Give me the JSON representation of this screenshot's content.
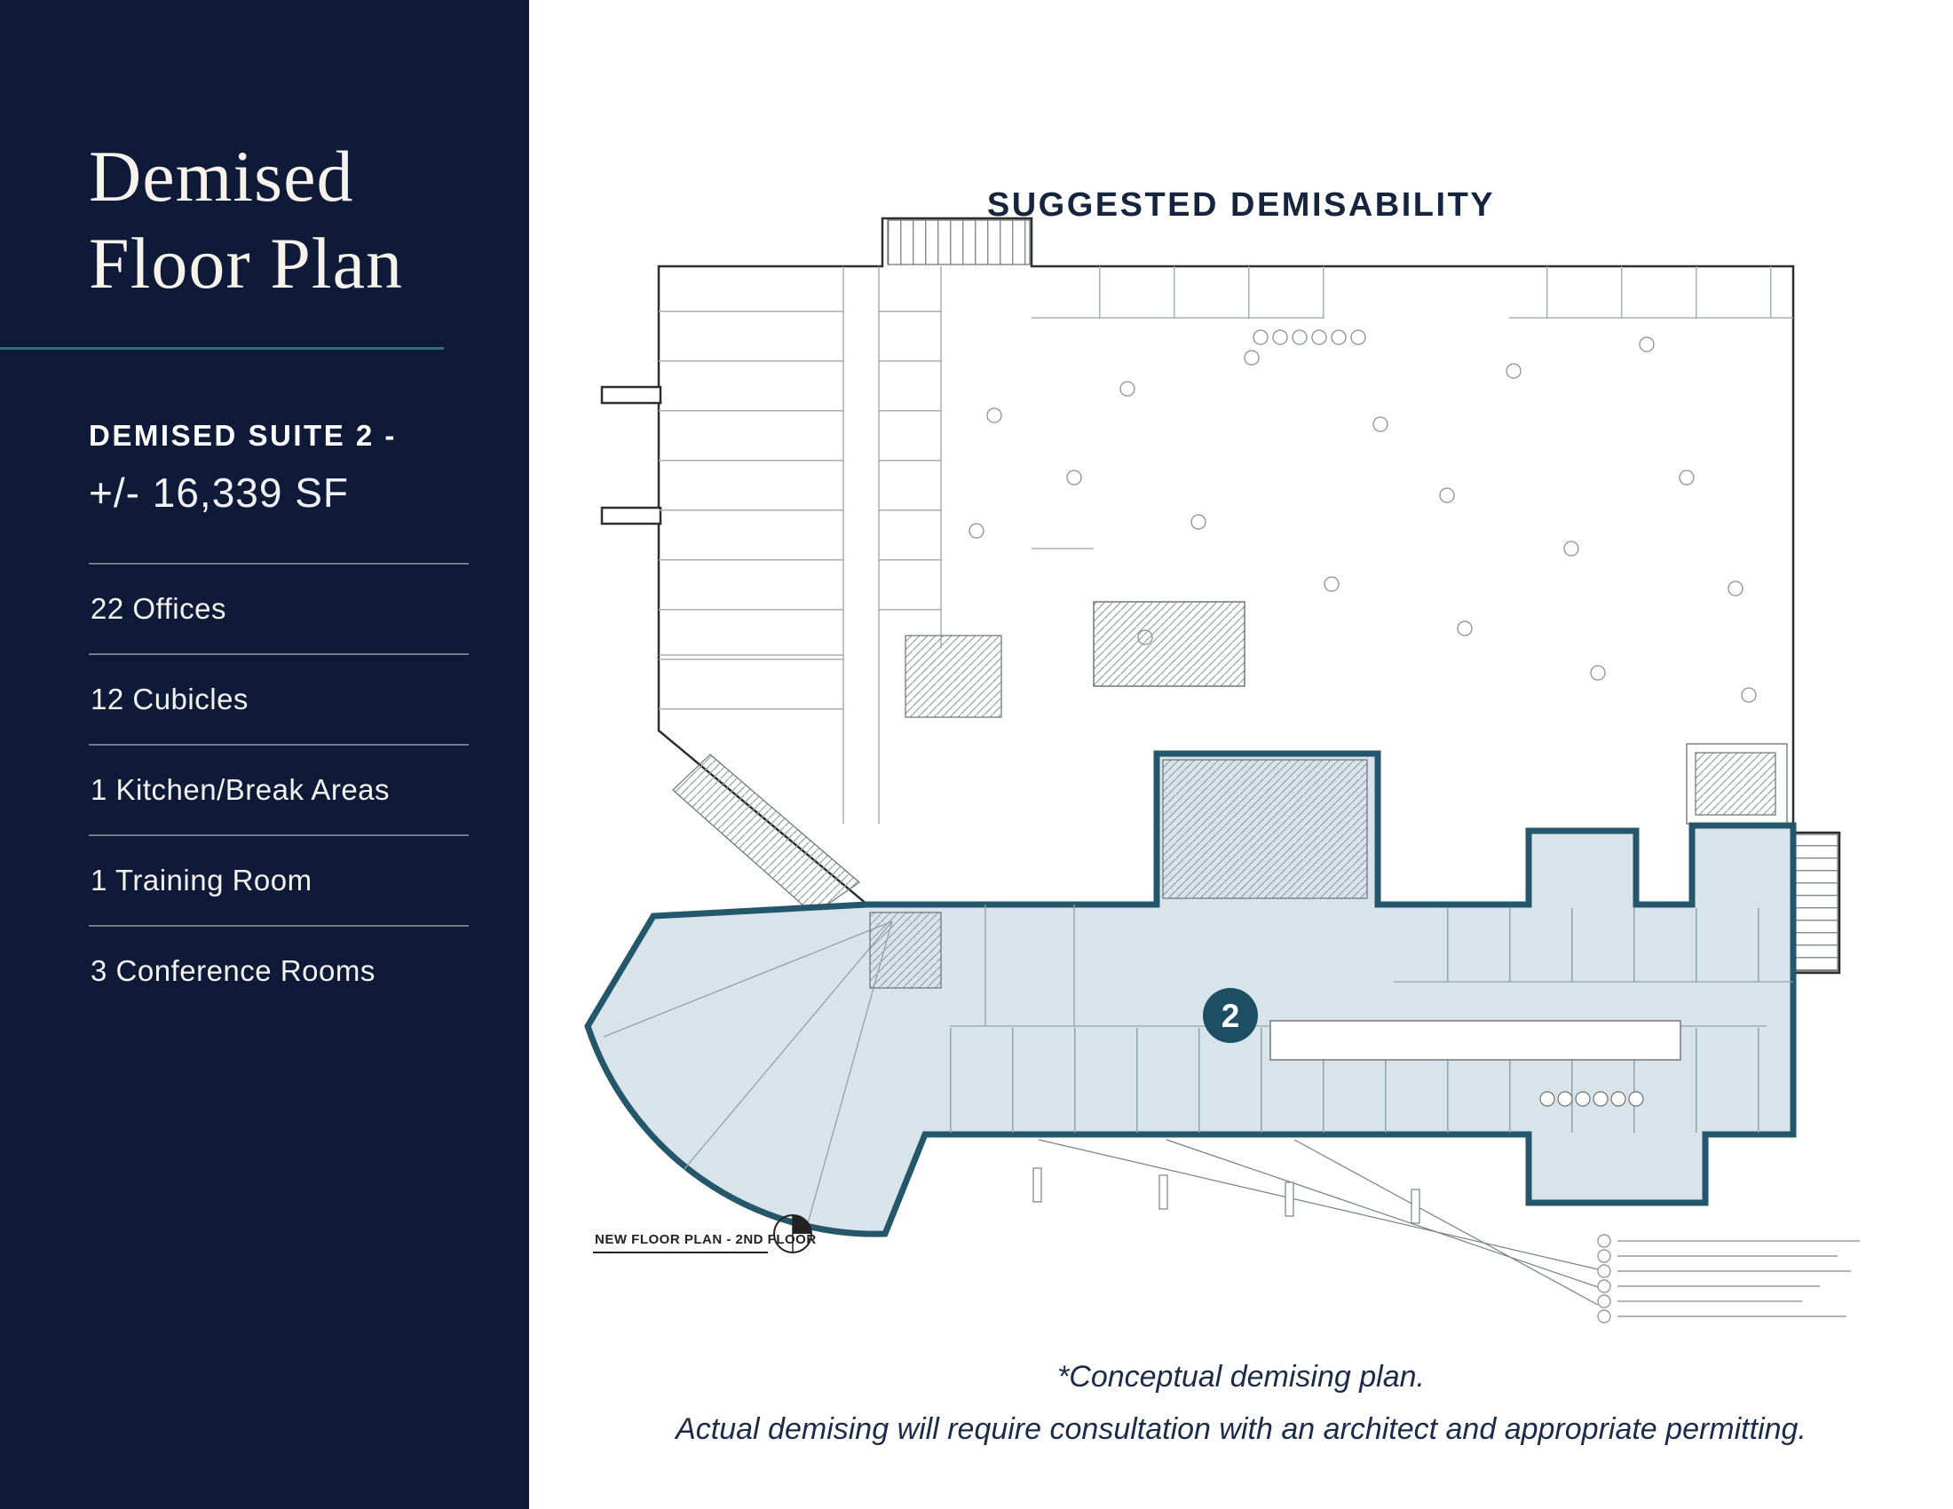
{
  "sidebar": {
    "title": "Demised Floor Plan",
    "suite_heading": "DEMISED SUITE 2 -",
    "suite_size": "+/- 16,339 SF",
    "features": [
      {
        "label": "22 Offices"
      },
      {
        "label": "12 Cubicles"
      },
      {
        "label": "1 Kitchen/Break Areas"
      },
      {
        "label": "1 Training Room"
      },
      {
        "label": "3 Conference Rooms"
      }
    ]
  },
  "plan": {
    "heading": "SUGGESTED DEMISABILITY",
    "drawing_label": "NEW FLOOR PLAN - 2ND FLOOR",
    "suite_badge": "2"
  },
  "footnotes": {
    "line1": "*Conceptual demising plan.",
    "line2": "Actual demising will require consultation with an architect and appropriate permitting."
  },
  "colors": {
    "sidebar_bg": "#0e1a38",
    "accent_teal": "#2f7286",
    "suite_border": "#24576b",
    "suite_fill": "#d8e3ea",
    "badge_fill": "#1d4f63",
    "cream_text": "#f6f3ec",
    "heading_navy": "#17243f"
  }
}
